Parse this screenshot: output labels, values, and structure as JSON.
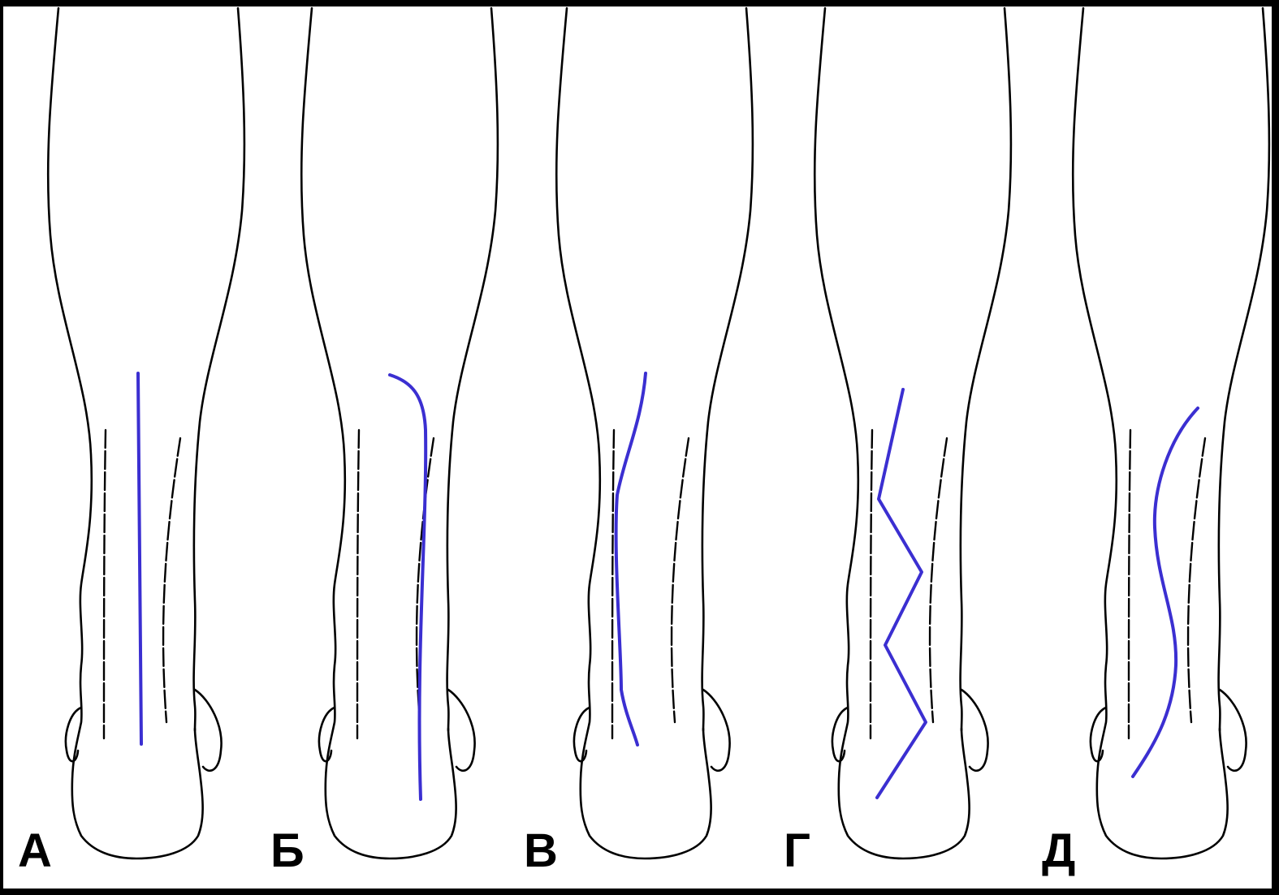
{
  "panels": [
    {
      "label": "А"
    },
    {
      "label": "Б"
    },
    {
      "label": "В"
    },
    {
      "label": "Г"
    },
    {
      "label": "Д"
    }
  ],
  "colors": {
    "incision": "#3b2fd1",
    "outline": "#000000",
    "background": "#ffffff",
    "border": "#000000"
  }
}
